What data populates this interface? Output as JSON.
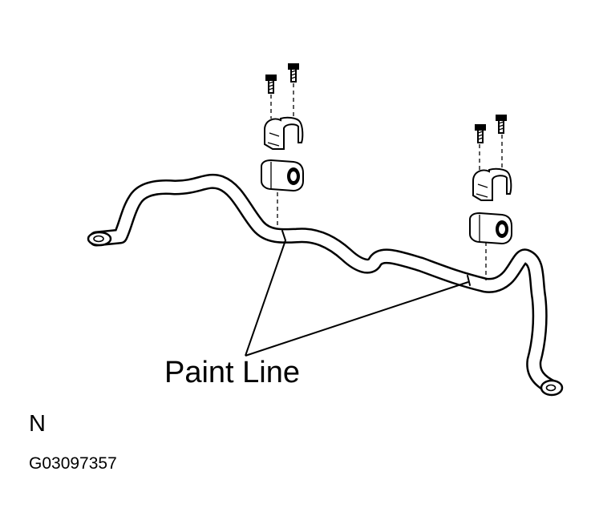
{
  "callout": {
    "label": "Paint Line"
  },
  "view_letter": "N",
  "figure_id": "G03097357",
  "colors": {
    "ink": "#000000",
    "background": "#ffffff"
  }
}
